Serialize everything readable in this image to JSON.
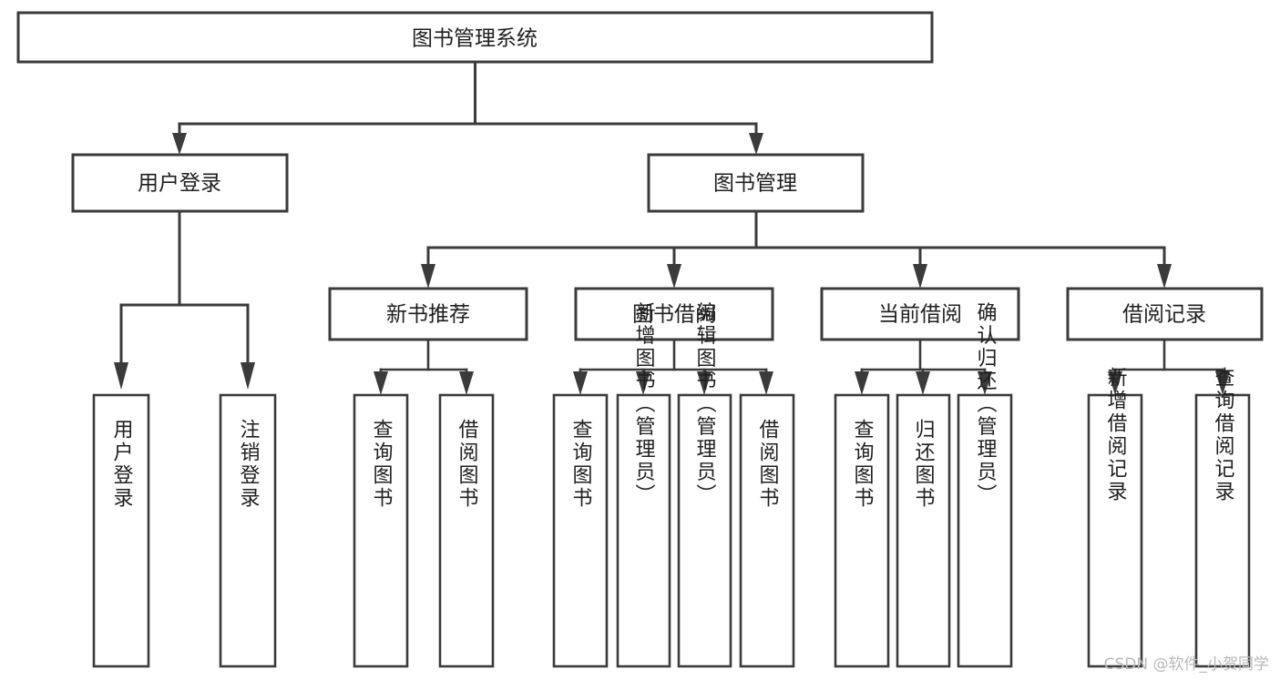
{
  "diagram": {
    "type": "tree",
    "title": "图书管理系统",
    "orientation": "top-down",
    "watermark": "CSDN @软件_小贺同学",
    "colors": {
      "background": "#ffffff",
      "stroke": "#3b3b3b",
      "box_fill": "#ffffff",
      "text": "#1f1f1f",
      "watermark": "#b9b9b9"
    },
    "root": {
      "id": "root",
      "label": "图书管理系统",
      "orientation": "horizontal"
    },
    "level2": [
      {
        "id": "user-login",
        "label": "用户登录",
        "orientation": "horizontal"
      },
      {
        "id": "book-manage",
        "label": "图书管理",
        "orientation": "horizontal"
      }
    ],
    "level3": [
      {
        "id": "new-book-recommend",
        "label": "新书推荐",
        "orientation": "horizontal",
        "parent": "book-manage"
      },
      {
        "id": "book-borrow",
        "label": "图书借阅",
        "orientation": "horizontal",
        "parent": "book-manage"
      },
      {
        "id": "current-borrow",
        "label": "当前借阅",
        "orientation": "horizontal",
        "parent": "book-manage"
      },
      {
        "id": "borrow-record",
        "label": "借阅记录",
        "orientation": "horizontal",
        "parent": "book-manage"
      }
    ],
    "leaves": [
      {
        "id": "leaf-user-login",
        "label": "用户登录",
        "orientation": "vertical",
        "parent": "user-login"
      },
      {
        "id": "leaf-logout-login",
        "label": "注销登录",
        "orientation": "vertical",
        "parent": "user-login"
      },
      {
        "id": "leaf-query-book-1",
        "label": "查询图书",
        "orientation": "vertical",
        "parent": "new-book-recommend"
      },
      {
        "id": "leaf-borrow-book-1",
        "label": "借阅图书",
        "orientation": "vertical",
        "parent": "new-book-recommend"
      },
      {
        "id": "leaf-query-book-2",
        "label": "查询图书",
        "orientation": "vertical",
        "parent": "book-borrow"
      },
      {
        "id": "leaf-add-book",
        "label": "新增图书（管理员）",
        "orientation": "vertical",
        "parent": "book-borrow"
      },
      {
        "id": "leaf-edit-book",
        "label": "编辑图书（管理员）",
        "orientation": "vertical",
        "parent": "book-borrow"
      },
      {
        "id": "leaf-borrow-book-2",
        "label": "借阅图书",
        "orientation": "vertical",
        "parent": "book-borrow"
      },
      {
        "id": "leaf-query-book-3",
        "label": "查询图书",
        "orientation": "vertical",
        "parent": "current-borrow"
      },
      {
        "id": "leaf-return-book",
        "label": "归还图书",
        "orientation": "vertical",
        "parent": "current-borrow"
      },
      {
        "id": "leaf-confirm-return",
        "label": "确认归还（管理员）",
        "orientation": "vertical",
        "parent": "current-borrow"
      },
      {
        "id": "leaf-add-record",
        "label": "新增借阅记录",
        "orientation": "vertical",
        "parent": "borrow-record"
      },
      {
        "id": "leaf-query-record",
        "label": "查询借阅记录",
        "orientation": "vertical",
        "parent": "borrow-record"
      }
    ]
  }
}
